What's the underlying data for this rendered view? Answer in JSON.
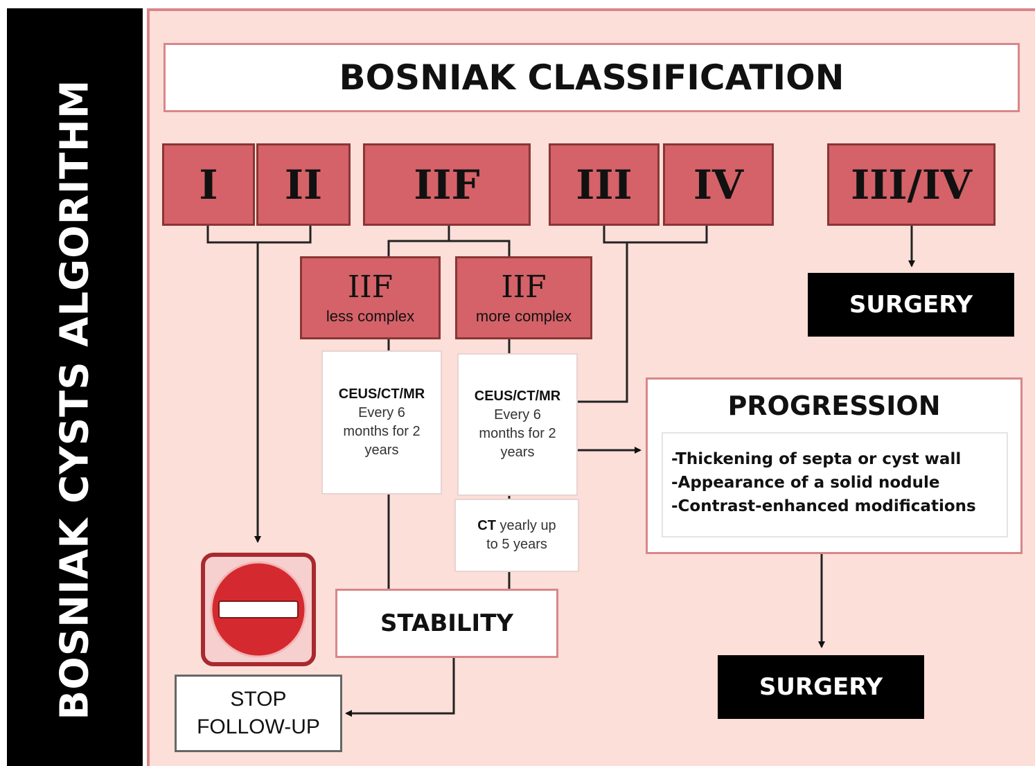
{
  "sidebar": {
    "title": "BOSNIAK CYSTS ALGORITHM"
  },
  "header": {
    "title": "BOSNIAK CLASSIFICATION"
  },
  "classes": {
    "c1": "I",
    "c2": "II",
    "c3": "IIF",
    "c4": "III",
    "c5": "IV",
    "c6": "III/IV"
  },
  "iif_less": {
    "title": "IIF",
    "subtitle": "less complex"
  },
  "iif_more": {
    "title": "IIF",
    "subtitle": "more complex"
  },
  "imaging_less": {
    "modality": "CEUS/CT/MR",
    "l1": "Every 6",
    "l2": "months for 2",
    "l3": "years"
  },
  "imaging_more": {
    "modality": "CEUS/CT/MR",
    "l1": "Every 6",
    "l2": "months for 2",
    "l3": "years"
  },
  "ct_followup": {
    "modality": "CT",
    "l1": "yearly up",
    "l2": "to 5 years"
  },
  "surgery_top": "SURGERY",
  "surgery_bottom": "SURGERY",
  "progression": {
    "title": "PROGRESSION",
    "items": [
      "-Thickening of septa or cyst wall",
      "-Appearance of a solid nodule",
      "-Contrast-enhanced modifications"
    ]
  },
  "stability": "STABILITY",
  "stop": {
    "l1": "STOP",
    "l2": "FOLLOW-UP"
  },
  "colors": {
    "class_fill": "#d46268",
    "panel_bg": "#fbdfd8",
    "border_pink": "#d9868a",
    "stop_red": "#d42a2f"
  }
}
